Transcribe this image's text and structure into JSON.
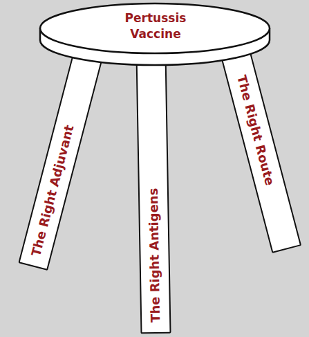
{
  "diagram": {
    "nodes": [
      {
        "text": [
          "Pertussis Vaccine"
        ]
      },
      {
        "text": [
          "The Right Adjuvant"
        ]
      },
      {
        "text": [
          "The Right Antigens"
        ]
      },
      {
        "text": [
          "The Right Route"
        ]
      }
    ]
  }
}
